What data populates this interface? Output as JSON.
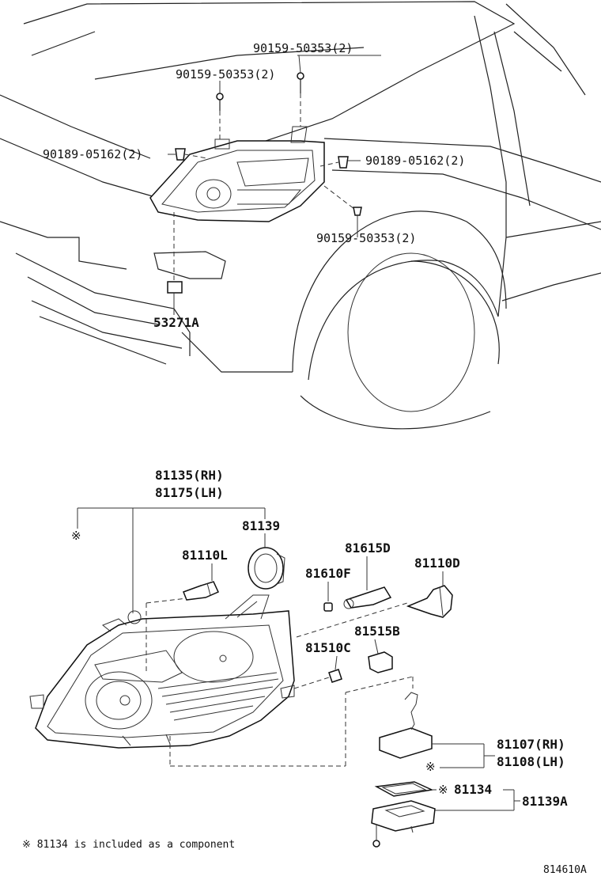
{
  "top_callouts": {
    "bolt_a": "90159-50353(2)",
    "bolt_b": "90159-50353(2)",
    "clip_left": "90189-05162(2)",
    "clip_right": "90189-05162(2)",
    "bolt_c": "90159-50353(2)",
    "sensor": "53271A"
  },
  "bottom_callouts": {
    "assy_rh": "81135(RH)",
    "assy_lh": "81175(LH)",
    "socket": "81139",
    "bulb_l": "81110L",
    "bulb_615d": "81615D",
    "bulb_610f": "81610F",
    "bulb_110d": "81110D",
    "socket_515b": "81515B",
    "bulb_510c": "81510C",
    "computer_rh": "81107(RH)",
    "computer_lh": "81108(LH)",
    "gasket": "81134",
    "cover": "81139A",
    "mark": "※"
  },
  "footnote": "※ 81134 is included as a component",
  "figure_id": "814610A"
}
